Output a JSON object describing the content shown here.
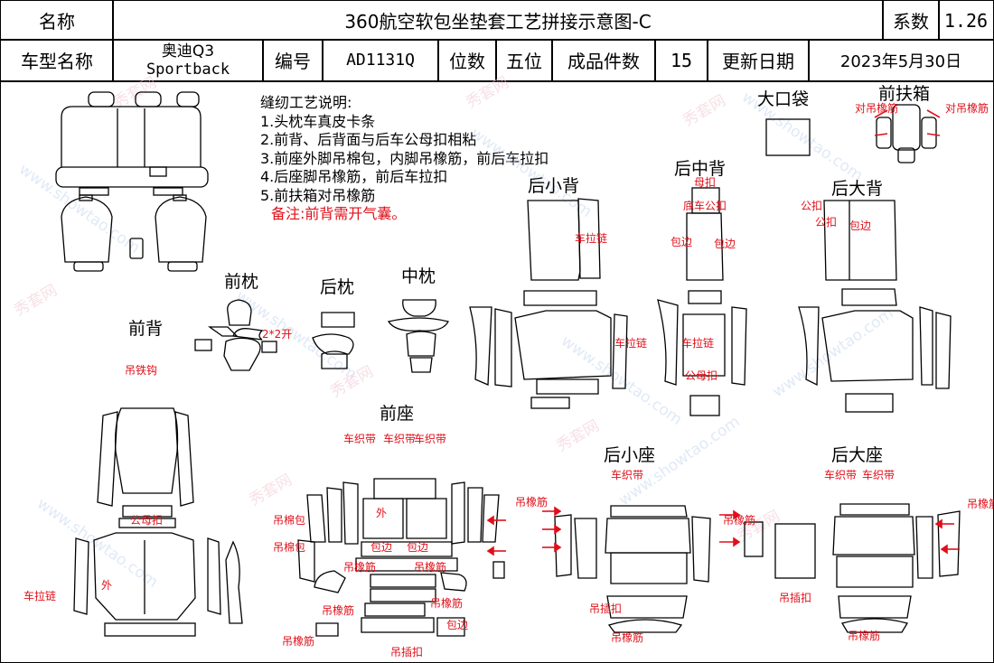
{
  "header": {
    "name_label": "名称",
    "title": "360航空软包坐垫套工艺拼接示意图-C",
    "coef_label": "系数",
    "coef_value": "1.26",
    "model_label": "车型名称",
    "model_value_line1": "奥迪Q3",
    "model_value_line2": "Sportback",
    "code_label": "编号",
    "code_value": "AD1131Q",
    "seats_label": "位数",
    "seats_value": "五位",
    "pieces_label": "成品件数",
    "pieces_value": "15",
    "update_label": "更新日期",
    "update_value": "2023年5月30日"
  },
  "notes": {
    "title": "缝纫工艺说明:",
    "items": [
      "1.头枕车真皮卡条",
      "2.前背、后背面与后车公母扣相粘",
      "3.前座外脚吊棉包，内脚吊橡筋，前后车拉扣",
      "4.后座脚吊橡筋，前后车拉扣",
      "5.前扶箱对吊橡筋"
    ],
    "remark": "备注:前背需开气囊。"
  },
  "sections": {
    "front_headrest": "前枕",
    "rear_headrest": "后枕",
    "middle_headrest": "中枕",
    "front_back": "前背",
    "big_pocket": "大口袋",
    "front_armrest": "前扶箱",
    "rear_small_back": "后小背",
    "rear_middle_back": "后中背",
    "rear_big_back": "后大背",
    "front_seat": "前座",
    "rear_small_seat": "后小座",
    "rear_big_seat": "后大座"
  },
  "annotations": {
    "hang_hook": "吊铁钩",
    "male_female": "公母扣",
    "zipper": "车拉链",
    "outer": "外",
    "cut_2x2": "2*2开",
    "female_clip": "母扣",
    "bottom_male": "底车公扣",
    "edge": "包边",
    "male": "公扣",
    "female": "母扣",
    "webbing": "车织带",
    "cotton_pack": "吊棉包",
    "rubber": "吊橡筋",
    "insert": "吊插扣",
    "opposite_rubber": "对吊橡筋",
    "male_female_2": "公母扣"
  },
  "watermark": {
    "site": "www.showtao.com",
    "brand": "秀套网"
  },
  "colors": {
    "annotation": "#e0101a",
    "line": "#000000",
    "watermark_blue": "#c8d8f0",
    "watermark_pink": "#f2c8d2"
  }
}
